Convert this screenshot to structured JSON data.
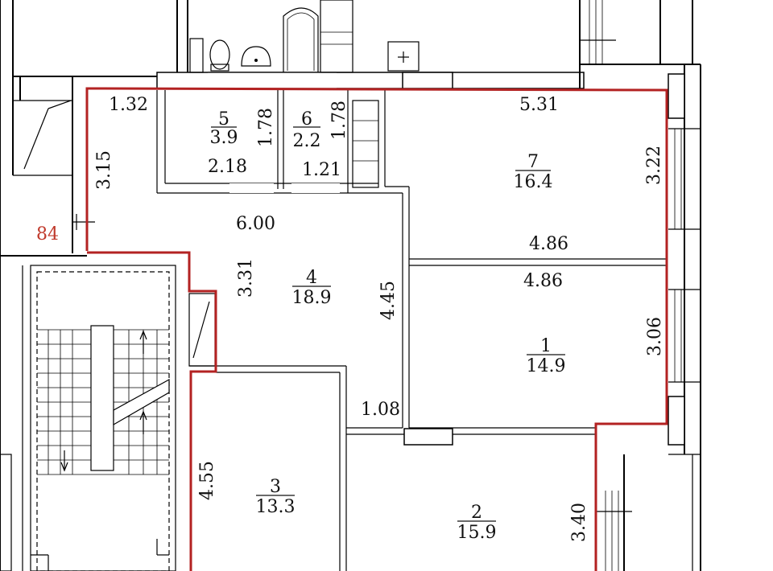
{
  "colors": {
    "apartment_outline": "#b32222",
    "label_red": "#c0392b",
    "wall": "#000000"
  },
  "rooms": [
    {
      "id": "5",
      "area": "3.9"
    },
    {
      "id": "6",
      "area": "2.2"
    },
    {
      "id": "7",
      "area": "16.4"
    },
    {
      "id": "4",
      "area": "18.9"
    },
    {
      "id": "1",
      "area": "14.9"
    },
    {
      "id": "3",
      "area": "13.3"
    },
    {
      "id": "2",
      "area": "15.9"
    }
  ],
  "dimensions": {
    "d_1_32": "1.32",
    "d_3_15": "3.15",
    "d_1_78_a": "1.78",
    "d_1_78_b": "1.78",
    "d_2_18": "2.18",
    "d_1_21": "1.21",
    "d_5_31": "5.31",
    "d_3_22": "3.22",
    "d_4_86_a": "4.86",
    "d_4_86_b": "4.86",
    "d_6_00": "6.00",
    "d_3_31": "3.31",
    "d_4_45": "4.45",
    "d_3_06": "3.06",
    "d_1_08": "1.08",
    "d_4_55": "4.55",
    "d_3_40": "3.40"
  },
  "edge_label": "84"
}
